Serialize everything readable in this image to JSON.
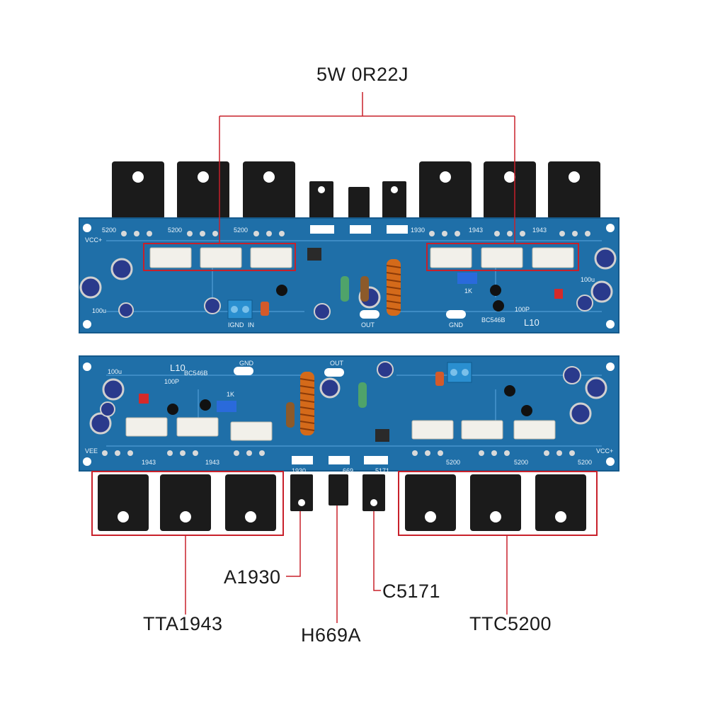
{
  "labels": {
    "resistor_label": "5W 0R22J",
    "a1930_label": "A1930",
    "c5171_label": "C5171",
    "tta1943_label": "TTA1943",
    "h669a_label": "H669A",
    "ttc5200_label": "TTC5200"
  },
  "board_silkscreen": {
    "model": "L10",
    "vcc_plus": "VCC+",
    "vee": "VEE",
    "out": "OUT",
    "gnd": "GND",
    "in": "IN",
    "ign": "IGND",
    "cap_100p": "100P",
    "cap_100u": "100u",
    "res_1k": "1K",
    "bc546b": "BC546B",
    "part_5200": "5200",
    "part_1943": "1943",
    "part_1930": "1930",
    "part_669": "669",
    "part_5171": "5171"
  },
  "colors": {
    "pcb": "#1f6fa8",
    "pcb_dark": "#155a8c",
    "callout": "#c8202a",
    "transistor": "#1b1b1b",
    "resistor": "#f2f0ea"
  }
}
